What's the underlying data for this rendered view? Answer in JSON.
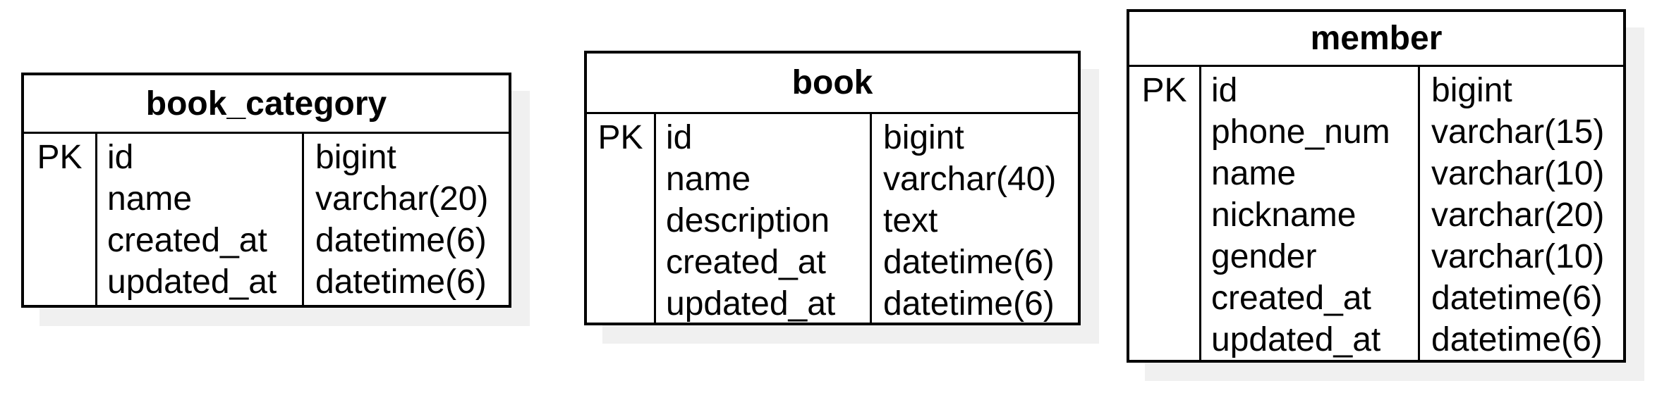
{
  "palette": {
    "background": "#ffffff",
    "border": "#000000",
    "text": "#000000",
    "shadow": "#f0f0f0"
  },
  "diagram_type": "entity-relationship-schema",
  "tables": [
    {
      "title": "book_category",
      "pk_label": "PK",
      "rows": [
        {
          "name": "id",
          "type": "bigint"
        },
        {
          "name": "name",
          "type": "varchar(20)"
        },
        {
          "name": "created_at",
          "type": "datetime(6)"
        },
        {
          "name": "updated_at",
          "type": "datetime(6)"
        }
      ]
    },
    {
      "title": "book",
      "pk_label": "PK",
      "rows": [
        {
          "name": "id",
          "type": "bigint"
        },
        {
          "name": "name",
          "type": "varchar(40)"
        },
        {
          "name": "description",
          "type": "text"
        },
        {
          "name": "created_at",
          "type": "datetime(6)"
        },
        {
          "name": "updated_at",
          "type": "datetime(6)"
        }
      ]
    },
    {
      "title": "member",
      "pk_label": "PK",
      "rows": [
        {
          "name": "id",
          "type": "bigint"
        },
        {
          "name": "phone_num",
          "type": "varchar(15)"
        },
        {
          "name": "name",
          "type": "varchar(10)"
        },
        {
          "name": "nickname",
          "type": "varchar(20)"
        },
        {
          "name": "gender",
          "type": "varchar(10)"
        },
        {
          "name": "created_at",
          "type": "datetime(6)"
        },
        {
          "name": "updated_at",
          "type": "datetime(6)"
        }
      ]
    }
  ]
}
